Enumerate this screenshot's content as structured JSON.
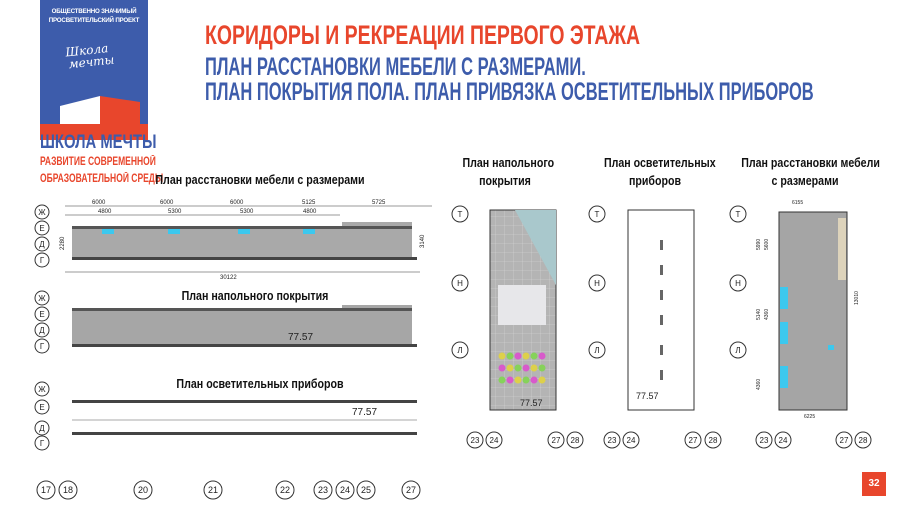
{
  "logo": {
    "top_text_1": "ОБЩЕСТВЕННО ЗНАЧИМЫЙ",
    "top_text_2": "ПРОСВЕТИТЕЛЬСКИЙ ПРОЕКТ",
    "script_1": "Школа",
    "script_2": "мечты",
    "name": "ШКОЛА МЕЧТЫ",
    "subtitle_1": "РАЗВИТИЕ СОВРЕМЕННОЙ",
    "subtitle_2": "ОБРАЗОВАТЕЛЬНОЙ СРЕДЫ"
  },
  "header": {
    "title": "КОРИДОРЫ И РЕКРЕАЦИИ ПЕРВОГО ЭТАЖА",
    "subtitle_1": "ПЛАН РАССТАНОВКИ МЕБЕЛИ С РАЗМЕРАМИ.",
    "subtitle_2": "ПЛАН ПОКРЫТИЯ ПОЛА. ПЛАН ПРИВЯЗКА ОСВЕТИТЕЛЬНЫХ ПРИБОРОВ"
  },
  "left": {
    "plan1_title": "План расстановки мебели с размерами",
    "plan2_title": "План напольного покрытия",
    "plan3_title": "План осветительных приборов",
    "rows": [
      "Ж",
      "Е",
      "Д",
      "Г"
    ],
    "dims_top": [
      "6000",
      "6000",
      "6000",
      "5125",
      "5725"
    ],
    "dims_mid": [
      "4800",
      "5300",
      "5300",
      "4800"
    ],
    "dim_total": "30122",
    "dim_side": "2280",
    "dim_right": "3140",
    "area": "77.57",
    "axes": [
      "17",
      "18",
      "20",
      "21",
      "22",
      "23",
      "24",
      "25",
      "27"
    ]
  },
  "right": {
    "floor_title_1": "План напольного",
    "floor_title_2": "покрытия",
    "light_title_1": "План осветительных",
    "light_title_2": "приборов",
    "furn_title_1": "План расстановки мебели",
    "furn_title_2": "с размерами",
    "rows": [
      "Т",
      "Н",
      "Л"
    ],
    "axes": [
      "23",
      "24",
      "27",
      "28"
    ],
    "area": "77.57",
    "dims": [
      "6155",
      "5990",
      "5600",
      "5140",
      "4360",
      "4360",
      "13010",
      "6225"
    ]
  },
  "page_number": "32"
}
